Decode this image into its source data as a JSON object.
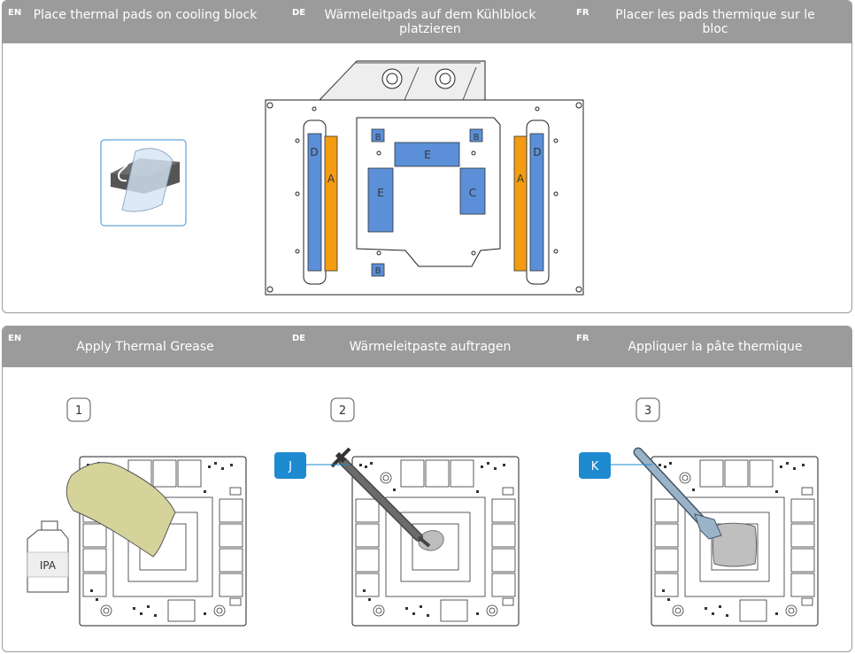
{
  "pads_section": {
    "en": {
      "code": "EN",
      "title": "Place thermal pads on cooling block"
    },
    "de": {
      "code": "DE",
      "title": "Wärmeleitpads auf  dem Kühlblock platzieren"
    },
    "fr": {
      "code": "FR",
      "title": "Placer les pads thermique sur le bloc"
    },
    "pad_labels": {
      "d": "D",
      "a": "A",
      "b": "B",
      "e": "E",
      "c": "C"
    }
  },
  "grease_section": {
    "en": {
      "code": "EN",
      "title": "Apply Thermal Grease"
    },
    "de": {
      "code": "DE",
      "title": "Wärmeleitpaste auftragen"
    },
    "fr": {
      "code": "FR",
      "title": "Appliquer la pâte thermique"
    },
    "steps": [
      {
        "number": "1",
        "bottle_label": "IPA"
      },
      {
        "number": "2",
        "tool_tag": "J"
      },
      {
        "number": "3",
        "tool_tag": "K"
      }
    ]
  },
  "colors": {
    "header": "#9b9b9b",
    "pad_blue": "#5b8fd8",
    "pad_orange": "#f39c12",
    "tag_blue": "#1e8bd0"
  }
}
